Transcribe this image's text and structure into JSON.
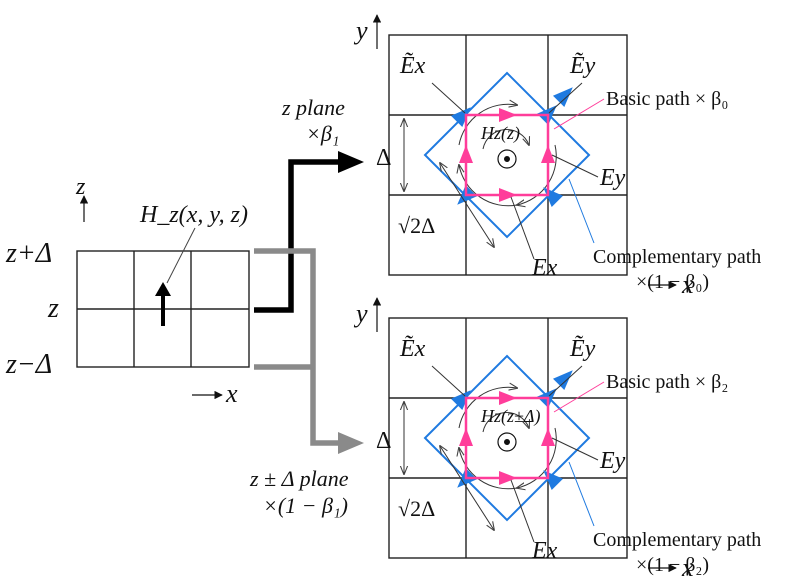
{
  "colors": {
    "basic_path": "#ff3d9a",
    "complementary_path": "#1f7ae0",
    "z_plane_arrow": "#000000",
    "z_pm_plane_arrow": "#8a8a8a",
    "grid": "#222222"
  },
  "left": {
    "axis_z": "z",
    "axis_x": "x",
    "row_z_plus": "z+Δ",
    "row_z": "z",
    "row_z_minus": "z−Δ",
    "field_label": "H_z(x, y, z)"
  },
  "branch": {
    "z_plane_line1": "z plane",
    "z_plane_line2": "×β₁",
    "zpm_plane_line1": "z ± Δ plane",
    "zpm_plane_line2": "×(1 − β₁)"
  },
  "panels": [
    {
      "axis_y": "y",
      "axis_x": "x",
      "ex_tilde": "Ẽx",
      "ey_tilde": "Ẽy",
      "ey": "Ey",
      "ex": "Ex",
      "center_label": "Hz(z)",
      "delta": "Δ",
      "sqrt2delta": "√2Δ",
      "basic_path": "Basic path × β₀",
      "comp_path_line1": "Complementary path",
      "comp_path_line2": "×(1 − β₀)"
    },
    {
      "axis_y": "y",
      "axis_x": "x",
      "ex_tilde": "Ẽx",
      "ey_tilde": "Ẽy",
      "ey": "Ey",
      "ex": "Ex",
      "center_label": "Hz(z±Δ)",
      "delta": "Δ",
      "sqrt2delta": "√2Δ",
      "basic_path": "Basic path × β₂",
      "comp_path_line1": "Complementary path",
      "comp_path_line2": "×(1 − β₂)"
    }
  ]
}
